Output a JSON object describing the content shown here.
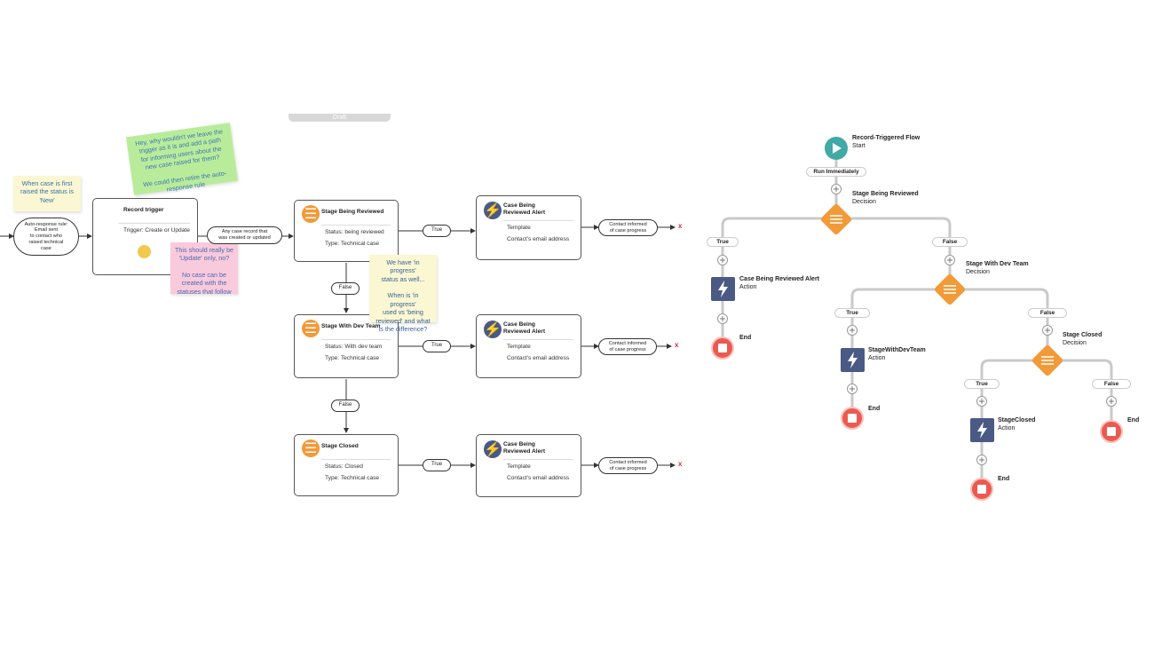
{
  "header": {
    "tab_label": "Draft"
  },
  "left": {
    "notes": {
      "first_status": "When case is first\nraised the status is\n'New'",
      "question": "Hey, why wouldn't we leave the\ntrigger as it is and add a path\nfor informing users about the\nnew case raised for them?\n\nWe could then retire the auto-\nresponse rule",
      "update_only": "This should really be\n'Update' only, no?\n\nNo case can be\ncreated with the\nstatuses that follow",
      "in_progress": "We have 'in progress'\nstatus as well...\n\nWhen is 'in progress'\nused vs 'being\nreviewed' and what\nis the difference?"
    },
    "auto_response": "Auto-response rule:\nEmail sent\nto contact who\nraised technical\ncase",
    "trigger": {
      "title": "Record trigger",
      "subtitle": "Trigger: Create or Update"
    },
    "trigger_edge": "Any case record that\nwas created or updated",
    "stages": [
      {
        "title": "Stage Being Reviewed",
        "status": "Status: being reviewed",
        "type": "Type: Technical case"
      },
      {
        "title": "Stage With Dev Team",
        "status": "Status: With dev team",
        "type": "Type: Technical case"
      },
      {
        "title": "Stage Closed",
        "status": "Status: Closed",
        "type": "Type: Technical case"
      }
    ],
    "alerts": [
      {
        "title": "Case Being\nReviewed Alert",
        "template": "Template",
        "email": "Contact's email address"
      },
      {
        "title": "Case Being\nReviewed Alert",
        "template": "Template",
        "email": "Contact's email address"
      },
      {
        "title": "Case Being\nReviewed Alert",
        "template": "Template",
        "email": "Contact's email address"
      }
    ],
    "true_label": "True",
    "false_label": "False",
    "contact_label": "Contact informed\nof case progress",
    "x_mark": "x"
  },
  "right": {
    "start": {
      "title": "Record-Triggered Flow",
      "subtitle": "Start"
    },
    "run_label": "Run Immediately",
    "decisions": [
      {
        "title": "Stage Being Reviewed",
        "subtitle": "Decision"
      },
      {
        "title": "Stage With Dev Team",
        "subtitle": "Decision"
      },
      {
        "title": "Stage Closed",
        "subtitle": "Decision"
      }
    ],
    "actions": [
      {
        "title": "Case Being Reviewed Alert",
        "subtitle": "Action"
      },
      {
        "title": "StageWithDevTeam",
        "subtitle": "Action"
      },
      {
        "title": "StageClosed",
        "subtitle": "Action"
      }
    ],
    "true_label": "True",
    "false_label": "False",
    "end_label": "End"
  },
  "colors": {
    "decision": "#f29a38",
    "action": "#4a5a85",
    "start": "#41a9a6",
    "end": "#ea5a51",
    "connector": "#c9c9c9"
  }
}
